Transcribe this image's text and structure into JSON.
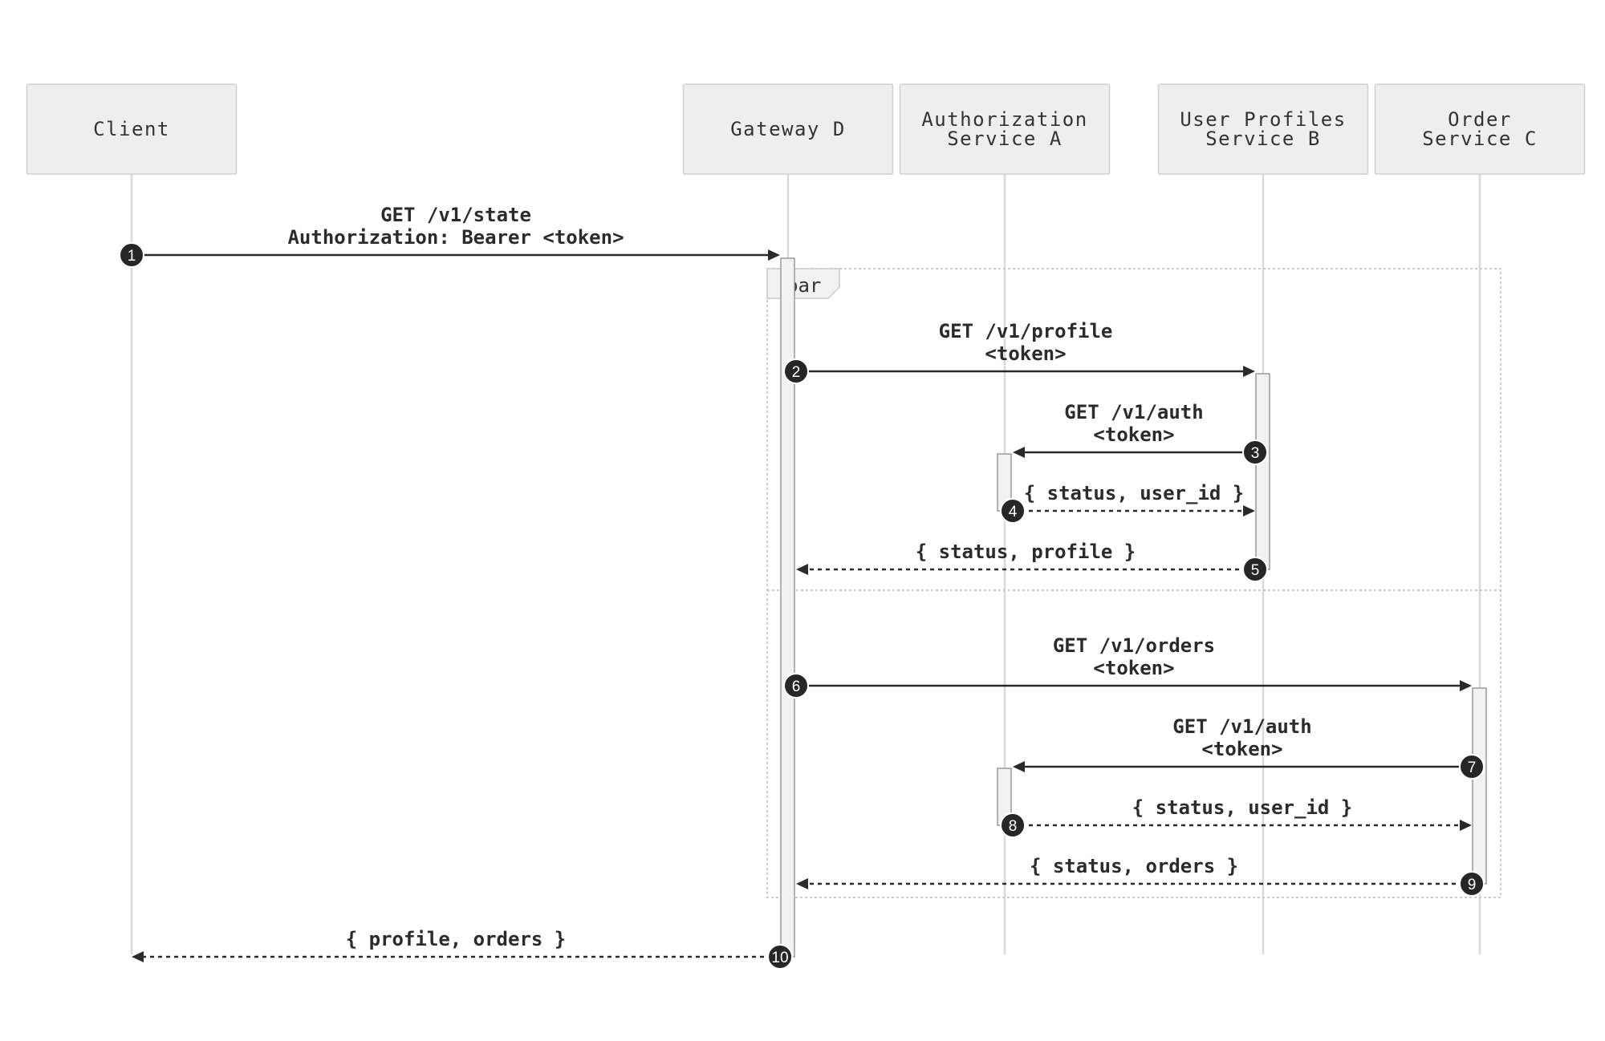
{
  "diagram": {
    "actors": [
      {
        "id": "client",
        "lines": [
          "Client"
        ]
      },
      {
        "id": "gateway",
        "lines": [
          "Gateway D"
        ]
      },
      {
        "id": "auth",
        "lines": [
          "Authorization",
          "Service A"
        ]
      },
      {
        "id": "profiles",
        "lines": [
          "User Profiles",
          "Service B"
        ]
      },
      {
        "id": "orders",
        "lines": [
          "Order",
          "Service C"
        ]
      }
    ],
    "frame": {
      "operator": "par",
      "sections": 2
    },
    "messages": [
      {
        "number": "1",
        "from": "client",
        "to": "gateway",
        "kind": "call",
        "lines": [
          "GET /v1/state",
          "Authorization: Bearer <token>"
        ]
      },
      {
        "number": "2",
        "from": "gateway",
        "to": "profiles",
        "kind": "call",
        "lines": [
          "GET /v1/profile",
          "<token>"
        ]
      },
      {
        "number": "3",
        "from": "profiles",
        "to": "auth",
        "kind": "call",
        "lines": [
          "GET /v1/auth",
          "<token>"
        ]
      },
      {
        "number": "4",
        "from": "auth",
        "to": "profiles",
        "kind": "reply",
        "lines": [
          "{ status, user_id }"
        ]
      },
      {
        "number": "5",
        "from": "profiles",
        "to": "gateway",
        "kind": "reply",
        "lines": [
          "{ status, profile }"
        ]
      },
      {
        "number": "6",
        "from": "gateway",
        "to": "orders",
        "kind": "call",
        "lines": [
          "GET /v1/orders",
          "<token>"
        ]
      },
      {
        "number": "7",
        "from": "orders",
        "to": "auth",
        "kind": "call",
        "lines": [
          "GET /v1/auth",
          "<token>"
        ]
      },
      {
        "number": "8",
        "from": "auth",
        "to": "orders",
        "kind": "reply",
        "lines": [
          "{ status, user_id }"
        ]
      },
      {
        "number": "9",
        "from": "orders",
        "to": "gateway",
        "kind": "reply",
        "lines": [
          "{ status, orders }"
        ]
      },
      {
        "number": "10",
        "from": "gateway",
        "to": "client",
        "kind": "reply",
        "lines": [
          "{ profile, orders }"
        ]
      }
    ]
  }
}
